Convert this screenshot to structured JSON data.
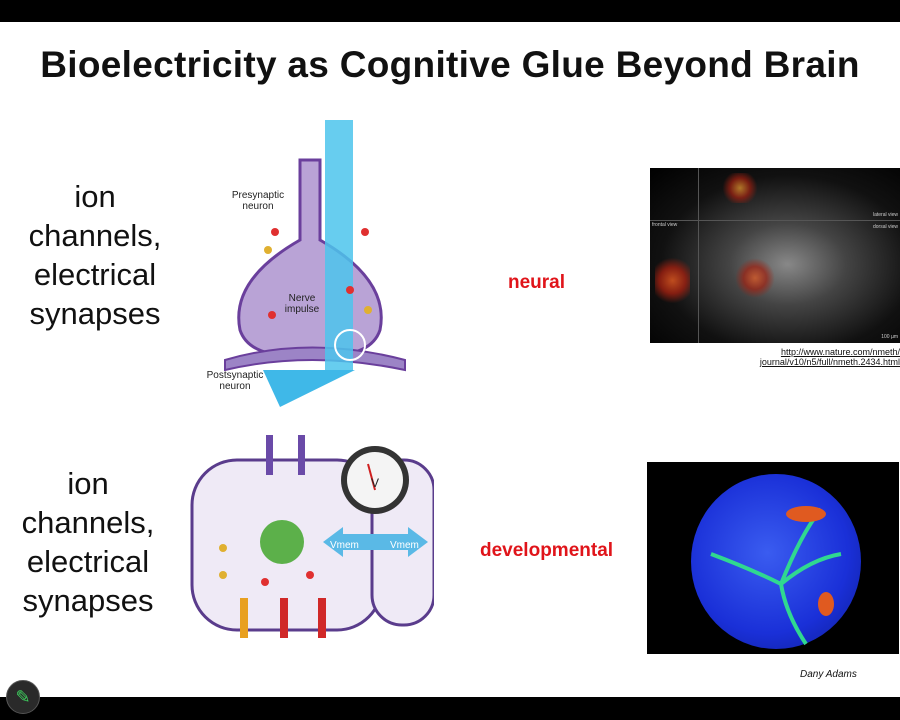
{
  "slide": {
    "title": "Bioelectricity as Cognitive Glue Beyond Brain",
    "rows": [
      {
        "label": "ion channels, electrical synapses",
        "category": "neural"
      },
      {
        "label": "ion channels, electrical synapses",
        "category": "developmental"
      }
    ],
    "neuron_diagram": {
      "presynaptic": "Presynaptic neuron",
      "impulse": "Nerve impulse",
      "postsynaptic": "Postsynaptic neuron"
    },
    "cell_diagram": {
      "vmem_left": "Vmem",
      "vmem_right": "Vmem",
      "meter": "V"
    },
    "brain_image": {
      "url": "http://www.nature.com/nmeth/ journal/v10/n5/full/nmeth.2434.html",
      "frontal": "frontal view",
      "lateral": "lateral view",
      "dorsal": "dorsal view",
      "scale": "100 µm"
    },
    "credit": "Dany Adams"
  },
  "colors": {
    "accent": "#e0141a"
  }
}
